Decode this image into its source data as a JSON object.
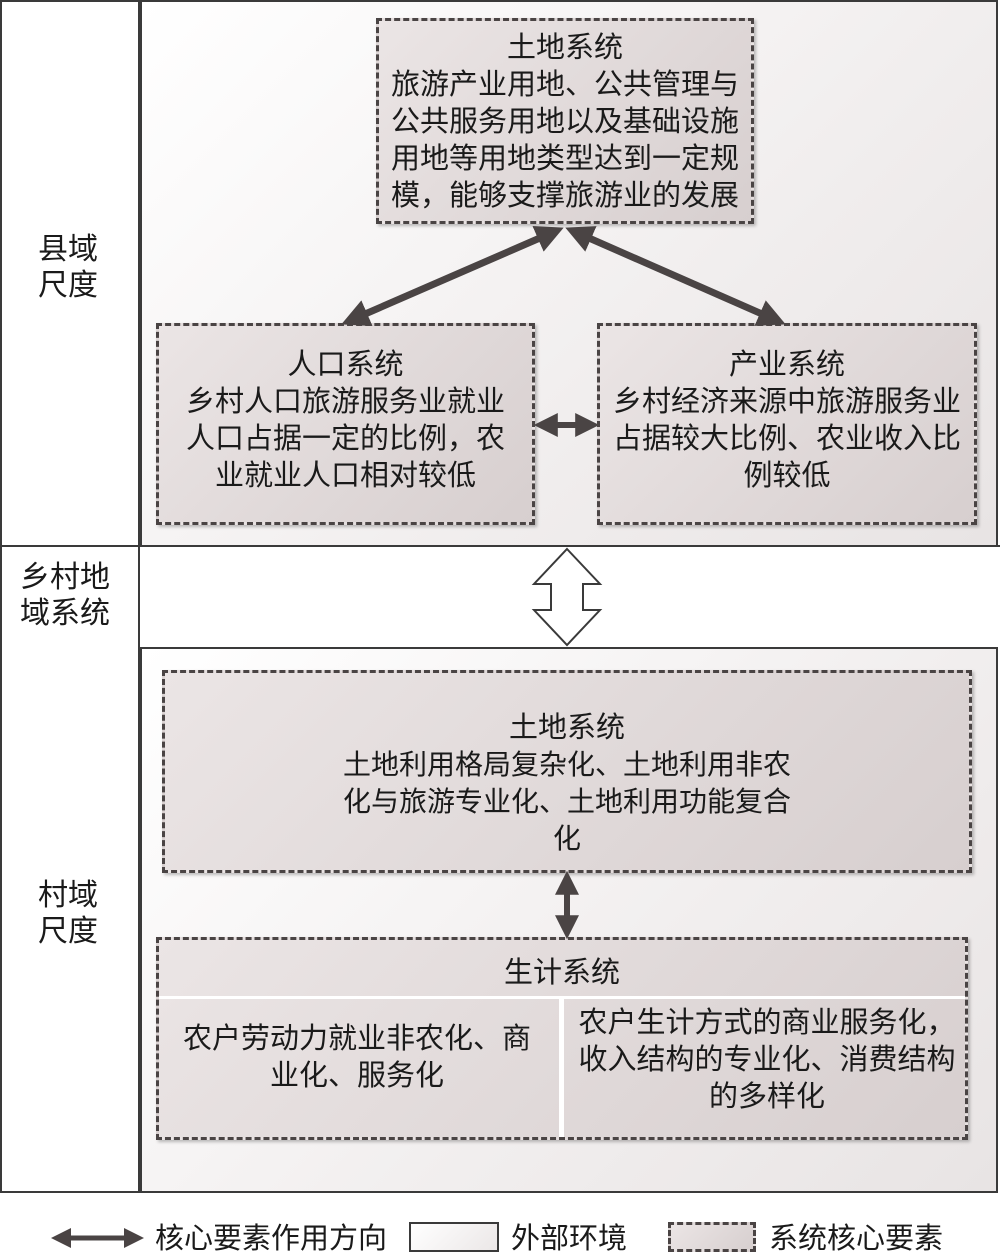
{
  "scales": {
    "county": "县域\n尺度",
    "rural": "乡村地\n域系统",
    "village": "村域\n尺度"
  },
  "county": {
    "land": {
      "title": "土地系统",
      "body": "旅游产业用地、公共管理与公共服务用地以及基础设施用地等用地类型达到一定规模，能够支撑旅游业的发展"
    },
    "population": {
      "title": "人口系统",
      "body": "乡村人口旅游服务业就业人口占据一定的比例，农业就业人口相对较低"
    },
    "industry": {
      "title": "产业系统",
      "body": "乡村经济来源中旅游服务业占据较大比例、农业收入比例较低"
    }
  },
  "village": {
    "land": {
      "title": "土地系统",
      "body": "土地利用格局复杂化、土地利用非农化与旅游专业化、土地利用功能复合化"
    },
    "livelihood": {
      "title": "生计系统",
      "left": "农户劳动力就业非农化、商业化、服务化",
      "right": "农户生计方式的商业服务化，收入结构的专业化、消费结构的多样化"
    }
  },
  "legend": {
    "arrow": "核心要素作用方向",
    "external": "外部环境",
    "core": "系统核心要素"
  },
  "colors": {
    "arrow": "#4a4444",
    "core_fill": "#d7cfcf",
    "border": "#3a3a3a"
  }
}
